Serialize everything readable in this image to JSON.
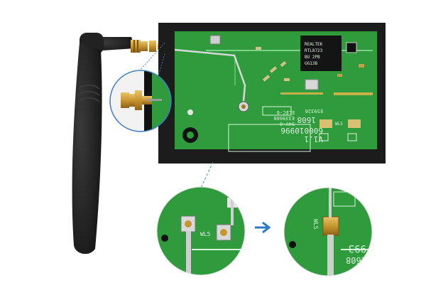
{
  "board": {
    "chip_label_1": "REALTEK",
    "chip_label_2": "RTL8723",
    "chip_label_3": "BU 2PB",
    "chip_label_4": "GG13B",
    "pcb_code": "600010996",
    "version": "V1.1",
    "date_code": "1608",
    "marking_1": "94V-0",
    "marking_2": "E339088",
    "marking_3": "ELEC-6",
    "marking_4": "E59326",
    "wl_label": "WL5"
  },
  "zoom_after": {
    "wl_label": "WL5",
    "partial_code": "993",
    "partial_date": "1608"
  },
  "colors": {
    "pcb_green": "#2f9b3d",
    "frame_black": "#1c1c1c",
    "antenna_black": "#1d1d1d",
    "gold": "#c8952f",
    "arrow_blue": "#2a78c8",
    "guide_blue": "#3d7fc2"
  },
  "icons": {
    "arrow": "arrow-right-icon"
  }
}
